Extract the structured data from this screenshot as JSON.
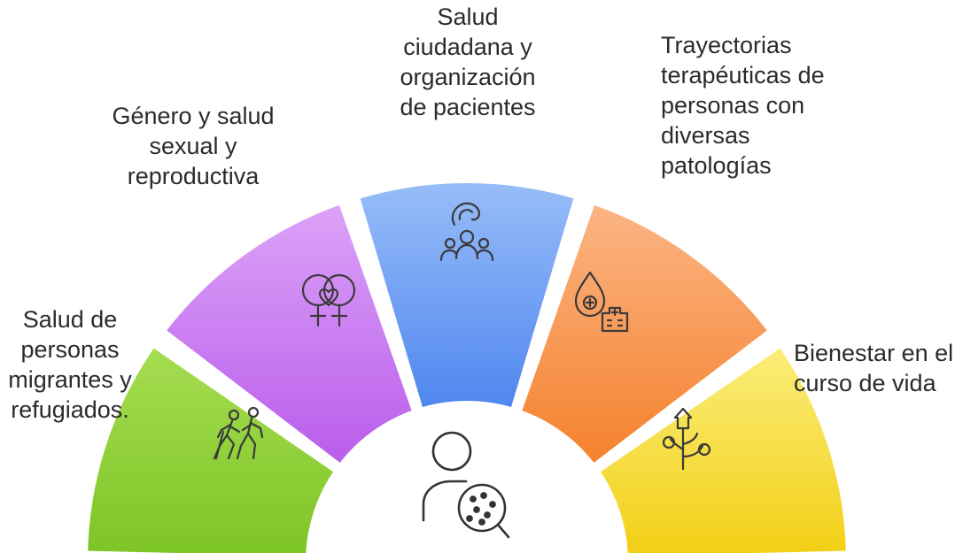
{
  "segments": [
    {
      "label": "Salud de\npersonas\nmigrantes y\nrefugiados.",
      "color": "#8fd23a",
      "icon": "hiking-people-icon"
    },
    {
      "label": "Género y salud\nsexual y\nreproductiva",
      "color": "#c67af0",
      "icon": "female-gender-icon"
    },
    {
      "label": "Salud\nciudadana y\norganización\nde pacientes",
      "color": "#6e9ef2",
      "icon": "community-group-icon"
    },
    {
      "label": "Trayectorias\nterapéuticas de\npersonas con\ndiversas\npatologías",
      "color": "#f7964e",
      "icon": "medical-drop-hospital-icon"
    },
    {
      "label": "Bienestar en el\ncurso de vida",
      "color": "#f4de3a",
      "icon": "growing-plant-icon"
    }
  ],
  "center": {
    "icon": "person-search-icon"
  }
}
